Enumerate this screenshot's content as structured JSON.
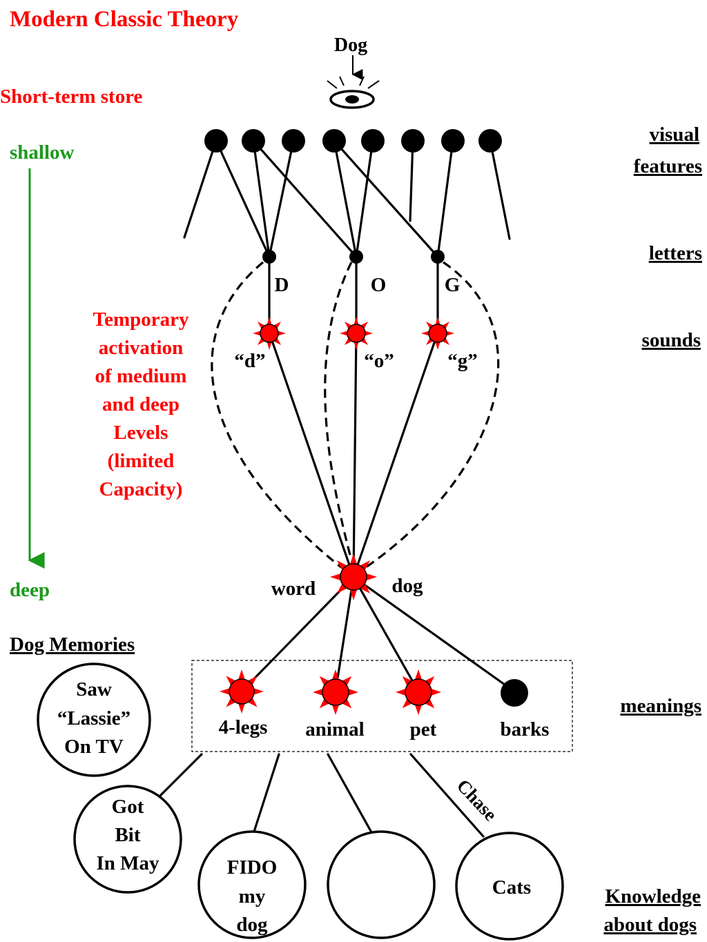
{
  "title": "Modern Classic Theory",
  "stimulus_word": "Dog",
  "short_term_store": "Short-term store",
  "depth_axis": {
    "top": "shallow",
    "bottom": "deep"
  },
  "level_labels": {
    "visual_line1": "visual",
    "visual_line2": "features",
    "letters": "letters",
    "sounds": "sounds",
    "meanings": "meanings",
    "knowledge_line1": "Knowledge",
    "knowledge_line2": "about dogs"
  },
  "letters": [
    "D",
    "O",
    "G"
  ],
  "sounds": [
    "“d”",
    "“o”",
    "“g”"
  ],
  "temporary_activation": [
    "Temporary",
    "activation",
    "of medium",
    "and deep",
    "Levels",
    "(limited",
    "Capacity)"
  ],
  "word_node": {
    "label_left": "word",
    "label_right": "dog"
  },
  "meanings": [
    "4-legs",
    "animal",
    "pet",
    "barks"
  ],
  "dog_memories": {
    "heading": "Dog Memories",
    "circle1": [
      "Saw",
      "“Lassie”",
      "On TV"
    ],
    "circle2": [
      "Got",
      "Bit",
      "In May"
    ]
  },
  "knowledge": {
    "fido": [
      "FIDO",
      "my",
      "dog"
    ],
    "cats": "Cats",
    "chase_label": "Chase"
  },
  "colors": {
    "title": "#ff0000",
    "depth": "#1a9a1a",
    "active_node": "#ff0000"
  }
}
